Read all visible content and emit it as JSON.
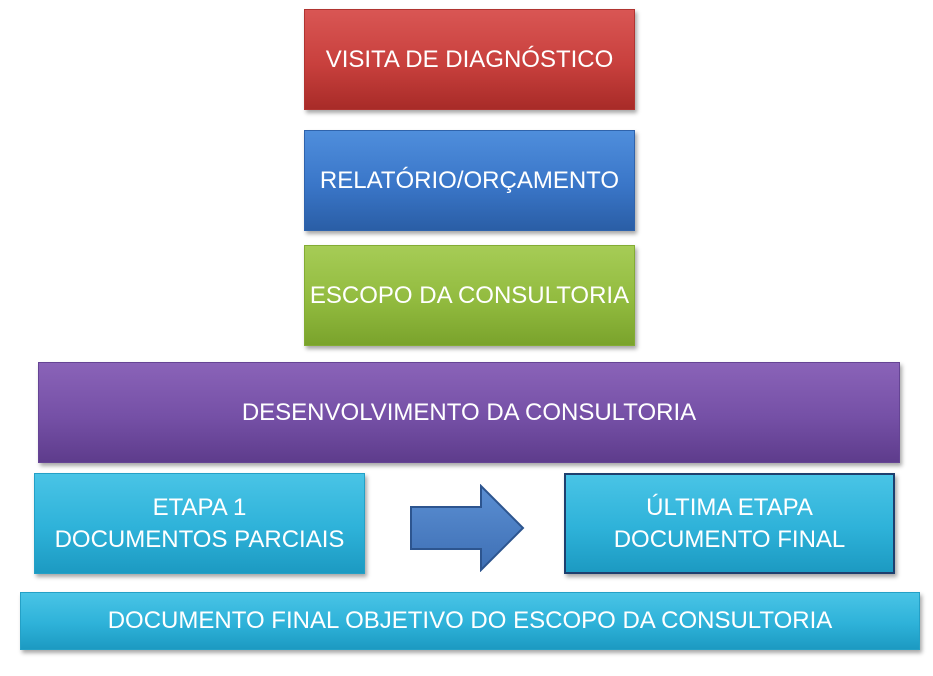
{
  "steps": {
    "visita": "VISITA DE DIAGNÓSTICO",
    "relatorio": "RELATÓRIO/ORÇAMENTO",
    "escopo": "ESCOPO DA CONSULTORIA",
    "desenvolvimento": "DESENVOLVIMENTO DA CONSULTORIA",
    "etapa1": {
      "line1": "ETAPA 1",
      "line2": "DOCUMENTOS PARCIAIS"
    },
    "ultima": {
      "line1": "ÚLTIMA ETAPA",
      "line2": "DOCUMENTO FINAL"
    },
    "final": "DOCUMENTO FINAL OBJETIVO DO ESCOPO DA CONSULTORIA"
  },
  "icons": {
    "arrow": "right-arrow-icon"
  },
  "colors": {
    "red": "#c8403d",
    "blue": "#3a76c8",
    "green": "#92bb3f",
    "purple": "#7550a6",
    "cyan": "#2eb2d9",
    "arrow": "#4a7ec4"
  }
}
